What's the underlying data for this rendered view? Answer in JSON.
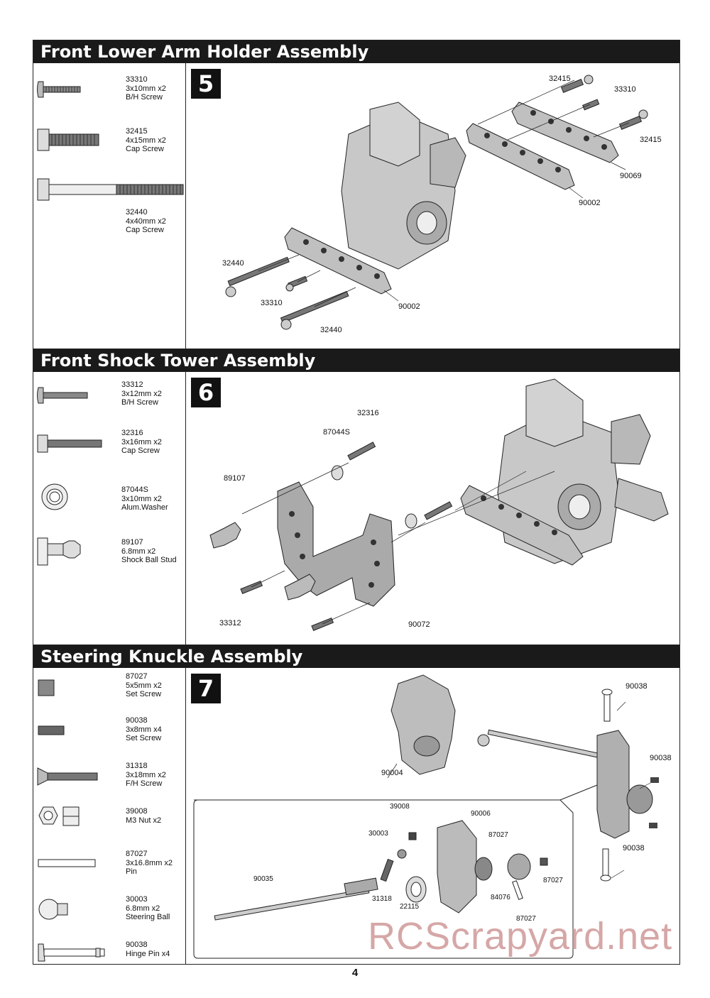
{
  "sections": [
    {
      "title": "Front Lower Arm Holder Assembly",
      "step": "5",
      "parts": [
        {
          "code": "33310",
          "desc": "3x10mm x2\nB/H Screw",
          "icon": "button-head-screw-icon"
        },
        {
          "code": "32415",
          "desc": "4x15mm x2\nCap Screw",
          "icon": "cap-screw-icon"
        },
        {
          "code": "32440",
          "desc": "4x40mm x2\nCap Screw",
          "icon": "long-cap-screw-icon"
        }
      ],
      "callouts": [
        "32415",
        "33310",
        "32415",
        "90069",
        "90002",
        "32440",
        "33310",
        "90002",
        "32440"
      ]
    },
    {
      "title": "Front Shock Tower Assembly",
      "step": "6",
      "parts": [
        {
          "code": "33312",
          "desc": "3x12mm x2\nB/H Screw",
          "icon": "button-head-screw-icon"
        },
        {
          "code": "32316",
          "desc": "3x16mm x2\nCap Screw",
          "icon": "cap-screw-icon"
        },
        {
          "code": "87044S",
          "desc": "3x10mm x2\nAlum.Washer",
          "icon": "washer-icon"
        },
        {
          "code": "89107",
          "desc": "6.8mm x2\nShock Ball Stud",
          "icon": "ball-stud-icon"
        }
      ],
      "callouts": [
        "32316",
        "87044S",
        "89107",
        "33312",
        "90072"
      ]
    },
    {
      "title": "Steering Knuckle Assembly",
      "step": "7",
      "parts": [
        {
          "code": "87027",
          "desc": "5x5mm x2\nSet Screw",
          "icon": "set-screw-icon"
        },
        {
          "code": "90038",
          "desc": "3x8mm x4\nSet Screw",
          "icon": "set-screw-icon"
        },
        {
          "code": "31318",
          "desc": "3x18mm x2\nF/H Screw",
          "icon": "flat-head-screw-icon"
        },
        {
          "code": "39008",
          "desc": "M3 Nut x2",
          "icon": "nut-icon"
        },
        {
          "code": "87027",
          "desc": "3x16.8mm x2\nPin",
          "icon": "pin-icon"
        },
        {
          "code": "30003",
          "desc": "6.8mm x2\nSteering Ball",
          "icon": "steering-ball-icon"
        },
        {
          "code": "90038",
          "desc": "Hinge Pin x4",
          "icon": "hinge-pin-icon"
        }
      ],
      "callouts": [
        "90038",
        "90004",
        "90038",
        "90038",
        "39008",
        "90006",
        "30003",
        "87027",
        "90035",
        "87027",
        "31318",
        "22115",
        "84076",
        "87027"
      ]
    }
  ],
  "page_number": "4",
  "watermark": "RCScrapyard.net"
}
